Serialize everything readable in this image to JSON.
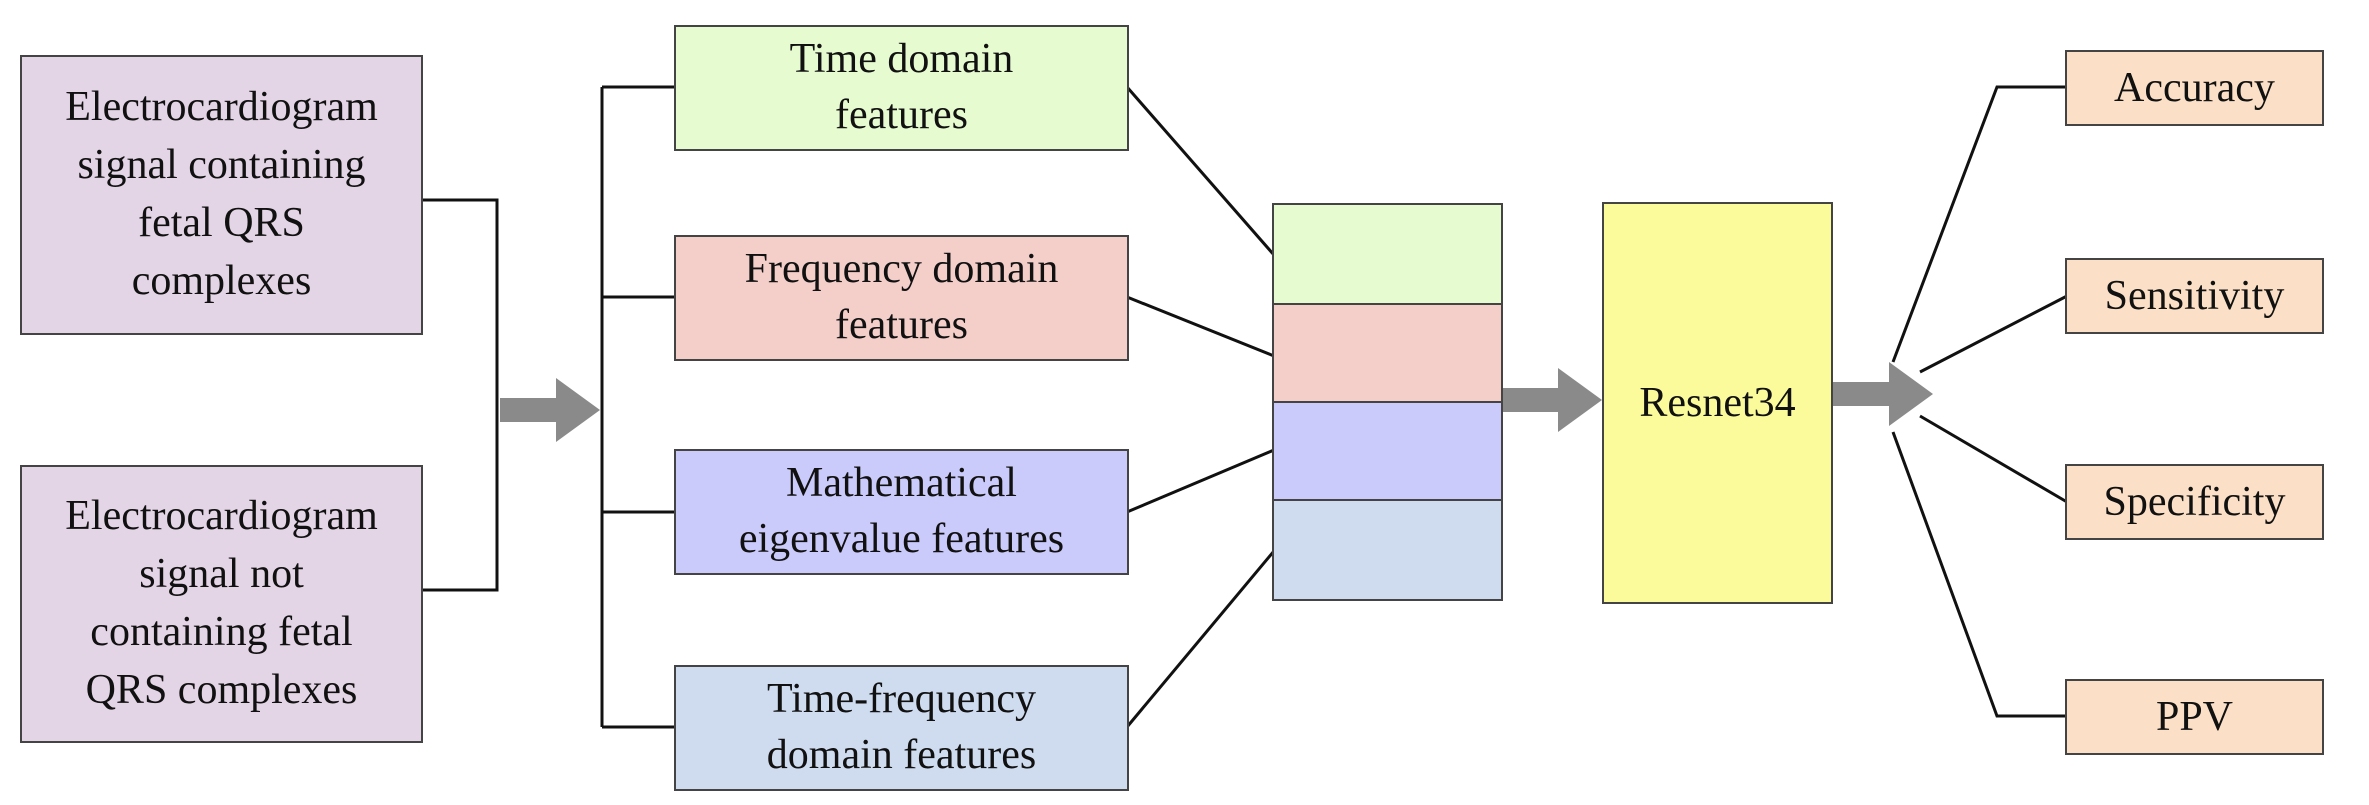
{
  "inputs": [
    {
      "label": "Electrocardiogram signal containing fetal QRS complexes",
      "lines": [
        "Electrocardiogram",
        "signal containing",
        "fetal QRS",
        "complexes"
      ]
    },
    {
      "label": "Electrocardiogram signal not containing fetal QRS complexes",
      "lines": [
        "Electrocardiogram",
        "signal not",
        "containing fetal",
        "QRS complexes"
      ]
    }
  ],
  "features": [
    {
      "lines": [
        "Time domain",
        "features"
      ],
      "color": "#e6fbd0"
    },
    {
      "lines": [
        "Frequency domain",
        "features"
      ],
      "color": "#f4cfca"
    },
    {
      "lines": [
        "Mathematical",
        "eigenvalue features"
      ],
      "color": "#cacafb"
    },
    {
      "lines": [
        "Time-frequency",
        "domain features"
      ],
      "color": "#cfdcf0"
    }
  ],
  "stack_colors": [
    "#e6fbd0",
    "#f4cfca",
    "#cacafb",
    "#cfdcf0"
  ],
  "model": {
    "label": "Resnet34",
    "color": "#fbfb9c"
  },
  "metrics": [
    "Accuracy",
    "Sensitivity",
    "Specificity",
    "PPV"
  ],
  "colors": {
    "input_fill": "#e4d5e6",
    "metric_fill": "#fbe0c7",
    "arrow": "#8a8a8a",
    "line": "#111111"
  }
}
